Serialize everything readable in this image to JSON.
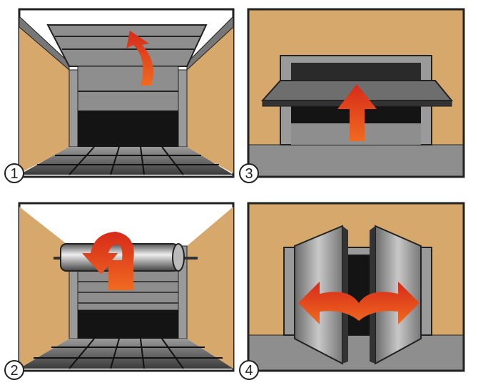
{
  "panels": [
    {
      "label": "1",
      "type": "sectional-door"
    },
    {
      "label": "2",
      "type": "roller-door"
    },
    {
      "label": "3",
      "type": "up-and-over-door"
    },
    {
      "label": "4",
      "type": "side-hinged-door"
    }
  ],
  "colors": {
    "wall": "#d6a86c",
    "door": "#8e8e8e",
    "dark": "#141414",
    "arrow": "#e2401c",
    "frame": "#9a9a9a"
  }
}
